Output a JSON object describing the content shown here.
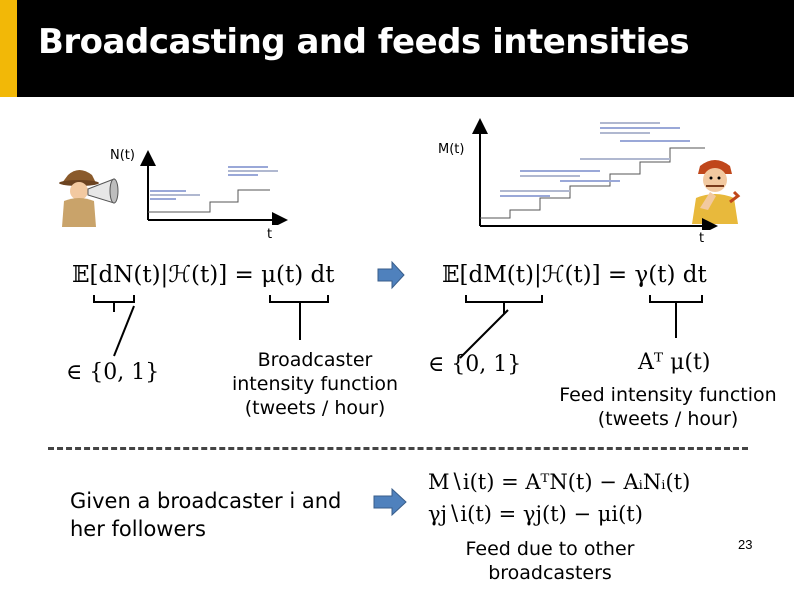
{
  "slide": {
    "title": "Broadcasting and feeds intensities",
    "page_number": "23",
    "accent_color": "#f2b807"
  },
  "left_plot": {
    "ylabel": "N(t)",
    "xlabel": "t"
  },
  "right_plot": {
    "ylabel": "M(t)",
    "xlabel": "t"
  },
  "equations": {
    "broadcast": "𝔼[dN(t)|ℋ(t)] = μ(t) dt",
    "feed": "𝔼[dM(t)|ℋ(t)] = γ(t) dt",
    "membership_left": "∈ {0, 1}",
    "membership_right": "∈ {0, 1}",
    "feed_rate": "Aᵀ μ(t)",
    "m_decomp": "M∖i(t) = AᵀN(t) − AᵢNᵢ(t)",
    "gamma_decomp": "γj∖i(t) = γj(t) − μi(t)"
  },
  "labels": {
    "broadcaster_line1": "Broadcaster",
    "broadcaster_line2": "intensity function",
    "broadcaster_line3": "(tweets / hour)",
    "feed_line1": "Feed  intensity function",
    "feed_line2": "(tweets / hour)",
    "given_line1": "Given a broadcaster i and",
    "given_line2": "her followers",
    "due_line1": "Feed due to other",
    "due_line2": "broadcasters"
  },
  "icons": [
    "broadcaster-cartoon-icon",
    "listener-cartoon-icon",
    "right-arrow-icon"
  ]
}
